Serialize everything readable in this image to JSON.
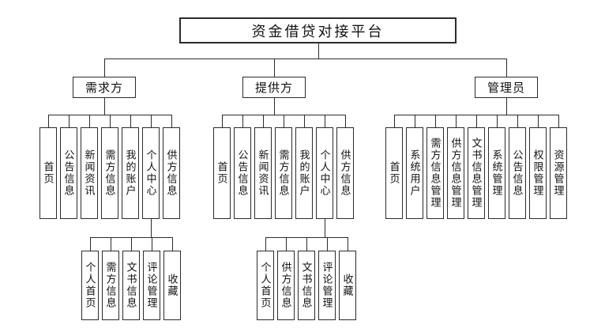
{
  "colors": {
    "background": "#ffffff",
    "ink": "#2b2b2b"
  },
  "diagram": {
    "title": "资金借贷对接平台",
    "branches": [
      {
        "label": "需求方",
        "children": [
          "首页",
          "公告信息",
          "新闻资讯",
          "需方信息",
          "我的账户",
          "个人中心",
          "供方信息"
        ],
        "sub": {
          "parent": "个人中心",
          "children": [
            "个人首页",
            "需方信息",
            "文书信息",
            "评论管理",
            "收藏"
          ]
        }
      },
      {
        "label": "提供方",
        "children": [
          "首页",
          "公告信息",
          "新闻资讯",
          "需方信息",
          "我的账户",
          "个人中心",
          "供方信息"
        ],
        "sub": {
          "parent": "个人中心",
          "children": [
            "个人首页",
            "供方信息",
            "文书信息",
            "评论管理",
            "收藏"
          ]
        }
      },
      {
        "label": "管理员",
        "children": [
          "首页",
          "系统用户",
          "需方信息管理",
          "供方信息管理",
          "文书信息管理",
          "系统管理",
          "公告信息",
          "权限管理",
          "资源管理"
        ]
      }
    ]
  }
}
